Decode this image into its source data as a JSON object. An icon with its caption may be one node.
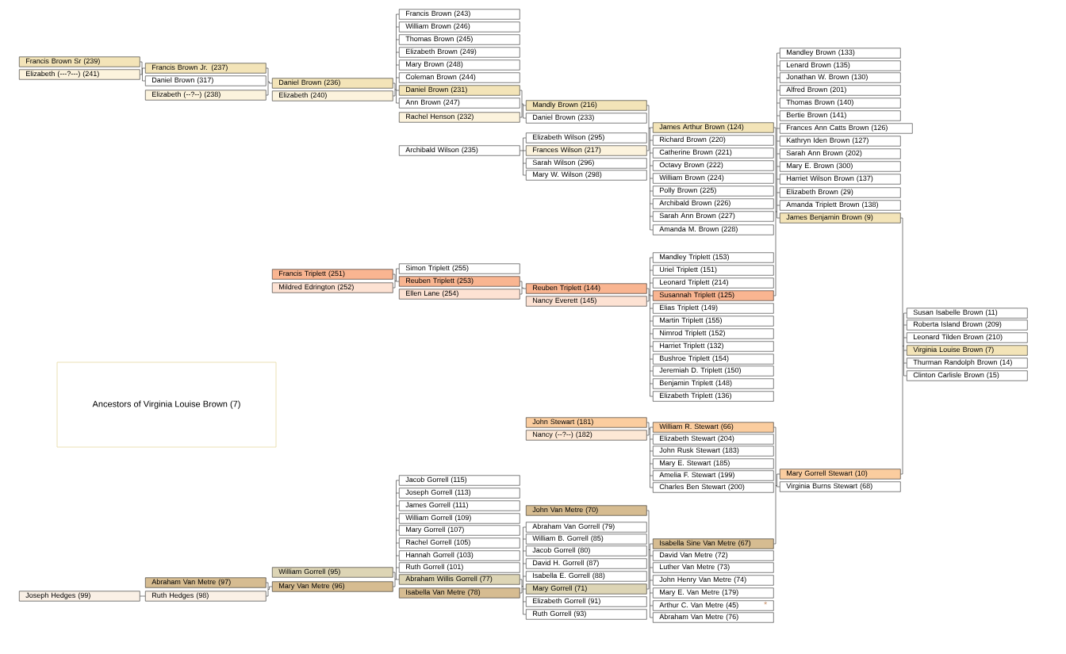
{
  "diagram": {
    "title": "Ancestors of Virginia Louise Brown (7)",
    "nodes": [
      {
        "text": [
          "Francis Brown Sr (239)"
        ]
      },
      {
        "text": [
          "Elizabeth (---?---) (241)"
        ]
      },
      {
        "text": [
          "Joseph Hedges (99)"
        ]
      },
      {
        "text": [
          "Francis Brown Jr. (237)"
        ]
      },
      {
        "text": [
          "Daniel Brown (317)"
        ]
      },
      {
        "text": [
          "Elizabeth (--?--) (238)"
        ]
      },
      {
        "text": [
          "Abraham Van Metre (97)"
        ]
      },
      {
        "text": [
          "Ruth Hedges (98)"
        ]
      },
      {
        "text": [
          "Daniel Brown (236)"
        ]
      },
      {
        "text": [
          "Elizabeth (240)"
        ]
      },
      {
        "text": [
          "Francis Triplett (251)"
        ]
      },
      {
        "text": [
          "Mildred Edrington (252)"
        ]
      },
      {
        "text": [
          "William Gorrell (95)"
        ]
      },
      {
        "text": [
          "Mary Van Metre (96)"
        ]
      },
      {
        "text": [
          "Francis Brown (243)"
        ]
      },
      {
        "text": [
          "William Brown (246)"
        ]
      },
      {
        "text": [
          "Thomas Brown (245)"
        ]
      },
      {
        "text": [
          "Elizabeth Brown (249)"
        ]
      },
      {
        "text": [
          "Mary Brown (248)"
        ]
      },
      {
        "text": [
          "Coleman Brown (244)"
        ]
      },
      {
        "text": [
          "Daniel Brown (231)"
        ]
      },
      {
        "text": [
          "Ann Brown (247)"
        ]
      },
      {
        "text": [
          "Rachel Henson (232)"
        ]
      },
      {
        "text": [
          "Archibald Wilson (235)"
        ]
      },
      {
        "text": [
          "Simon Triplett (255)"
        ]
      },
      {
        "text": [
          "Reuben Triplett (253)"
        ]
      },
      {
        "text": [
          "Ellen Lane (254)"
        ]
      },
      {
        "text": [
          "Jacob Gorrell (115)"
        ]
      },
      {
        "text": [
          "Joseph Gorrell (113)"
        ]
      },
      {
        "text": [
          "James Gorrell (111)"
        ]
      },
      {
        "text": [
          "William Gorrell (109)"
        ]
      },
      {
        "text": [
          "Mary Gorrell (107)"
        ]
      },
      {
        "text": [
          "Rachel Gorrell (105)"
        ]
      },
      {
        "text": [
          "Hannah Gorrell (103)"
        ]
      },
      {
        "text": [
          "Ruth Gorrell (101)"
        ]
      },
      {
        "text": [
          "Abraham Willis Gorrell (77)"
        ]
      },
      {
        "text": [
          "Isabella Van Metre (78)"
        ]
      },
      {
        "text": [
          "Mandly Brown (216)"
        ]
      },
      {
        "text": [
          "Daniel Brown (233)"
        ]
      },
      {
        "text": [
          "Elizabeth Wilson (295)"
        ]
      },
      {
        "text": [
          "Frances Wilson (217)"
        ]
      },
      {
        "text": [
          "Sarah Wilson (296)"
        ]
      },
      {
        "text": [
          "Mary W. Wilson (298)"
        ]
      },
      {
        "text": [
          "Reuben Triplett (144)"
        ]
      },
      {
        "text": [
          "Nancy Everett (145)"
        ]
      },
      {
        "text": [
          "John Stewart (181)"
        ]
      },
      {
        "text": [
          "Nancy (--?--) (182)"
        ]
      },
      {
        "text": [
          "John Van Metre (70)"
        ]
      },
      {
        "text": [
          "Abraham Van Gorrell (79)"
        ]
      },
      {
        "text": [
          "William B. Gorrell (85)"
        ]
      },
      {
        "text": [
          "Jacob Gorrell (80)"
        ]
      },
      {
        "text": [
          "David H. Gorrell (87)"
        ]
      },
      {
        "text": [
          "Isabella E. Gorrell (88)"
        ]
      },
      {
        "text": [
          "Mary Gorrell (71)"
        ]
      },
      {
        "text": [
          "Elizabeth Gorrell (91)"
        ]
      },
      {
        "text": [
          "Ruth Gorrell (93)"
        ]
      },
      {
        "text": [
          "James Arthur Brown (124)"
        ]
      },
      {
        "text": [
          "Richard Brown (220)"
        ]
      },
      {
        "text": [
          "Catherine Brown (221)"
        ]
      },
      {
        "text": [
          "Octavy Brown (222)"
        ]
      },
      {
        "text": [
          "William Brown (224)"
        ]
      },
      {
        "text": [
          "Polly Brown (225)"
        ]
      },
      {
        "text": [
          "Archibald Brown (226)"
        ]
      },
      {
        "text": [
          "Sarah Ann Brown (227)"
        ]
      },
      {
        "text": [
          "Amanda M. Brown (228)"
        ]
      },
      {
        "text": [
          "Mandley Triplett (153)"
        ]
      },
      {
        "text": [
          "Uriel Triplett (151)"
        ]
      },
      {
        "text": [
          "Leonard Triplett (214)"
        ]
      },
      {
        "text": [
          "Susannah Triplett (125)"
        ]
      },
      {
        "text": [
          "Elias Triplett (149)"
        ]
      },
      {
        "text": [
          "Martin Triplett (155)"
        ]
      },
      {
        "text": [
          "Nimrod Triplett (152)"
        ]
      },
      {
        "text": [
          "Harriet Triplett (132)"
        ]
      },
      {
        "text": [
          "Bushroe Triplett (154)"
        ]
      },
      {
        "text": [
          "Jeremiah D. Triplett (150)"
        ]
      },
      {
        "text": [
          "Benjamin Triplett (148)"
        ]
      },
      {
        "text": [
          "Elizabeth Triplett (136)"
        ]
      },
      {
        "text": [
          "William R. Stewart (66)"
        ]
      },
      {
        "text": [
          "Elizabeth Stewart (204)"
        ]
      },
      {
        "text": [
          "John Rusk Stewart (183)"
        ]
      },
      {
        "text": [
          "Mary E. Stewart (185)"
        ]
      },
      {
        "text": [
          "Amelia F. Stewart (199)"
        ]
      },
      {
        "text": [
          "Charles Ben Stewart (200)"
        ]
      },
      {
        "text": [
          "Isabella Sine Van Metre (67)"
        ]
      },
      {
        "text": [
          "David Van Metre (72)"
        ]
      },
      {
        "text": [
          "Luther Van Metre (73)"
        ]
      },
      {
        "text": [
          "John Henry Van Metre (74)"
        ]
      },
      {
        "text": [
          "Mary E. Van Metre (179)"
        ]
      },
      {
        "text": [
          "Arthur C. Van Metre (45)",
          "*"
        ]
      },
      {
        "text": [
          "Abraham Van Metre (76)"
        ]
      },
      {
        "text": [
          "Mandley Brown (133)"
        ]
      },
      {
        "text": [
          "Lenard Brown (135)"
        ]
      },
      {
        "text": [
          "Jonathan W. Brown (130)"
        ]
      },
      {
        "text": [
          "Alfred Brown (201)"
        ]
      },
      {
        "text": [
          "Thomas Brown (140)"
        ]
      },
      {
        "text": [
          "Bertie Brown (141)"
        ]
      },
      {
        "text": [
          "Frances Ann Catts Brown (126)"
        ]
      },
      {
        "text": [
          "Kathryn Iden Brown (127)"
        ]
      },
      {
        "text": [
          "Sarah Ann Brown (202)"
        ]
      },
      {
        "text": [
          "Mary E. Brown (300)"
        ]
      },
      {
        "text": [
          "Harriet Wilson Brown (137)"
        ]
      },
      {
        "text": [
          "Elizabeth Brown (29)"
        ]
      },
      {
        "text": [
          "Amanda Triplett Brown (138)"
        ]
      },
      {
        "text": [
          "James Benjamin Brown (9)"
        ]
      },
      {
        "text": [
          "Mary Gorrell Stewart (10)"
        ]
      },
      {
        "text": [
          "Virginia Burns Stewart (68)"
        ]
      },
      {
        "text": [
          "Susan Isabelle Brown (11)"
        ]
      },
      {
        "text": [
          "Roberta Island Brown (209)"
        ]
      },
      {
        "text": [
          "Leonard Tilden Brown (210)"
        ]
      },
      {
        "text": [
          "Virginia Louise Brown (7)"
        ]
      },
      {
        "text": [
          "Thurman Randolph Brown (14)"
        ]
      },
      {
        "text": [
          "Clinton Carlisle Brown (15)"
        ]
      }
    ],
    "edges": [
      {
        "from": 0,
        "to": 3,
        "arrow": "none"
      },
      {
        "from": 0,
        "to": 4,
        "arrow": "none"
      },
      {
        "from": 1,
        "to": 3,
        "arrow": "none"
      },
      {
        "from": 1,
        "to": 4,
        "arrow": "none"
      },
      {
        "from": 3,
        "to": 8,
        "arrow": "none"
      },
      {
        "from": 5,
        "to": 8,
        "arrow": "none"
      },
      {
        "from": 8,
        "to": 14,
        "arrow": "none"
      },
      {
        "from": 8,
        "to": 15,
        "arrow": "none"
      },
      {
        "from": 8,
        "to": 16,
        "arrow": "none"
      },
      {
        "from": 8,
        "to": 17,
        "arrow": "none"
      },
      {
        "from": 8,
        "to": 18,
        "arrow": "none"
      },
      {
        "from": 8,
        "to": 19,
        "arrow": "none"
      },
      {
        "from": 8,
        "to": 20,
        "arrow": "none"
      },
      {
        "from": 8,
        "to": 21,
        "arrow": "none"
      },
      {
        "from": 9,
        "to": 14,
        "arrow": "none"
      },
      {
        "from": 9,
        "to": 15,
        "arrow": "none"
      },
      {
        "from": 9,
        "to": 16,
        "arrow": "none"
      },
      {
        "from": 9,
        "to": 17,
        "arrow": "none"
      },
      {
        "from": 9,
        "to": 18,
        "arrow": "none"
      },
      {
        "from": 9,
        "to": 19,
        "arrow": "none"
      },
      {
        "from": 9,
        "to": 20,
        "arrow": "none"
      },
      {
        "from": 9,
        "to": 21,
        "arrow": "none"
      },
      {
        "from": 20,
        "to": 37,
        "arrow": "none"
      },
      {
        "from": 20,
        "to": 38,
        "arrow": "none"
      },
      {
        "from": 22,
        "to": 37,
        "arrow": "none"
      },
      {
        "from": 22,
        "to": 38,
        "arrow": "none"
      },
      {
        "from": 23,
        "to": 39,
        "arrow": "none"
      },
      {
        "from": 23,
        "to": 40,
        "arrow": "none"
      },
      {
        "from": 23,
        "to": 41,
        "arrow": "none"
      },
      {
        "from": 23,
        "to": 42,
        "arrow": "none"
      },
      {
        "from": 37,
        "to": 56,
        "arrow": "none"
      },
      {
        "from": 37,
        "to": 57,
        "arrow": "none"
      },
      {
        "from": 37,
        "to": 58,
        "arrow": "none"
      },
      {
        "from": 37,
        "to": 59,
        "arrow": "none"
      },
      {
        "from": 37,
        "to": 60,
        "arrow": "none"
      },
      {
        "from": 37,
        "to": 61,
        "arrow": "none"
      },
      {
        "from": 37,
        "to": 62,
        "arrow": "none"
      },
      {
        "from": 37,
        "to": 63,
        "arrow": "none"
      },
      {
        "from": 37,
        "to": 64,
        "arrow": "none"
      },
      {
        "from": 40,
        "to": 56,
        "arrow": "none"
      },
      {
        "from": 40,
        "to": 57,
        "arrow": "none"
      },
      {
        "from": 40,
        "to": 58,
        "arrow": "none"
      },
      {
        "from": 40,
        "to": 59,
        "arrow": "none"
      },
      {
        "from": 40,
        "to": 60,
        "arrow": "none"
      },
      {
        "from": 40,
        "to": 61,
        "arrow": "none"
      },
      {
        "from": 40,
        "to": 62,
        "arrow": "none"
      },
      {
        "from": 40,
        "to": 63,
        "arrow": "none"
      },
      {
        "from": 40,
        "to": 64,
        "arrow": "none"
      },
      {
        "from": 10,
        "to": 24,
        "arrow": "none"
      },
      {
        "from": 10,
        "to": 25,
        "arrow": "none"
      },
      {
        "from": 11,
        "to": 24,
        "arrow": "none"
      },
      {
        "from": 11,
        "to": 25,
        "arrow": "none"
      },
      {
        "from": 25,
        "to": 43,
        "arrow": "none"
      },
      {
        "from": 26,
        "to": 43,
        "arrow": "none"
      },
      {
        "from": 43,
        "to": 65,
        "arrow": "none"
      },
      {
        "from": 43,
        "to": 66,
        "arrow": "none"
      },
      {
        "from": 43,
        "to": 67,
        "arrow": "none"
      },
      {
        "from": 43,
        "to": 68,
        "arrow": "none"
      },
      {
        "from": 43,
        "to": 69,
        "arrow": "none"
      },
      {
        "from": 43,
        "to": 70,
        "arrow": "none"
      },
      {
        "from": 43,
        "to": 71,
        "arrow": "none"
      },
      {
        "from": 43,
        "to": 72,
        "arrow": "none"
      },
      {
        "from": 43,
        "to": 73,
        "arrow": "none"
      },
      {
        "from": 43,
        "to": 74,
        "arrow": "none"
      },
      {
        "from": 43,
        "to": 75,
        "arrow": "none"
      },
      {
        "from": 43,
        "to": 76,
        "arrow": "none"
      },
      {
        "from": 44,
        "to": 65,
        "arrow": "none"
      },
      {
        "from": 44,
        "to": 66,
        "arrow": "none"
      },
      {
        "from": 44,
        "to": 67,
        "arrow": "none"
      },
      {
        "from": 44,
        "to": 68,
        "arrow": "none"
      },
      {
        "from": 44,
        "to": 69,
        "arrow": "none"
      },
      {
        "from": 44,
        "to": 70,
        "arrow": "none"
      },
      {
        "from": 44,
        "to": 71,
        "arrow": "none"
      },
      {
        "from": 44,
        "to": 72,
        "arrow": "none"
      },
      {
        "from": 44,
        "to": 73,
        "arrow": "none"
      },
      {
        "from": 44,
        "to": 74,
        "arrow": "none"
      },
      {
        "from": 44,
        "to": 75,
        "arrow": "none"
      },
      {
        "from": 44,
        "to": 76,
        "arrow": "none"
      },
      {
        "from": 56,
        "to": 90,
        "arrow": "none"
      },
      {
        "from": 56,
        "to": 91,
        "arrow": "none"
      },
      {
        "from": 56,
        "to": 92,
        "arrow": "none"
      },
      {
        "from": 56,
        "to": 93,
        "arrow": "none"
      },
      {
        "from": 56,
        "to": 94,
        "arrow": "none"
      },
      {
        "from": 56,
        "to": 95,
        "arrow": "none"
      },
      {
        "from": 56,
        "to": 96,
        "arrow": "none"
      },
      {
        "from": 56,
        "to": 97,
        "arrow": "none"
      },
      {
        "from": 56,
        "to": 98,
        "arrow": "none"
      },
      {
        "from": 56,
        "to": 99,
        "arrow": "none"
      },
      {
        "from": 56,
        "to": 100,
        "arrow": "none"
      },
      {
        "from": 56,
        "to": 101,
        "arrow": "none"
      },
      {
        "from": 56,
        "to": 102,
        "arrow": "none"
      },
      {
        "from": 56,
        "to": 103,
        "arrow": "none"
      },
      {
        "from": 68,
        "to": 90,
        "arrow": "none"
      },
      {
        "from": 68,
        "to": 91,
        "arrow": "none"
      },
      {
        "from": 68,
        "to": 92,
        "arrow": "none"
      },
      {
        "from": 68,
        "to": 93,
        "arrow": "none"
      },
      {
        "from": 68,
        "to": 94,
        "arrow": "none"
      },
      {
        "from": 68,
        "to": 95,
        "arrow": "none"
      },
      {
        "from": 68,
        "to": 96,
        "arrow": "none"
      },
      {
        "from": 68,
        "to": 97,
        "arrow": "none"
      },
      {
        "from": 68,
        "to": 98,
        "arrow": "none"
      },
      {
        "from": 68,
        "to": 99,
        "arrow": "none"
      },
      {
        "from": 68,
        "to": 100,
        "arrow": "none"
      },
      {
        "from": 68,
        "to": 101,
        "arrow": "none"
      },
      {
        "from": 68,
        "to": 102,
        "arrow": "none"
      },
      {
        "from": 68,
        "to": 103,
        "arrow": "none"
      },
      {
        "from": 45,
        "to": 77,
        "arrow": "none"
      },
      {
        "from": 45,
        "to": 78,
        "arrow": "none"
      },
      {
        "from": 45,
        "to": 79,
        "arrow": "none"
      },
      {
        "from": 45,
        "to": 80,
        "arrow": "none"
      },
      {
        "from": 45,
        "to": 81,
        "arrow": "none"
      },
      {
        "from": 45,
        "to": 82,
        "arrow": "none"
      },
      {
        "from": 46,
        "to": 77,
        "arrow": "none"
      },
      {
        "from": 46,
        "to": 78,
        "arrow": "none"
      },
      {
        "from": 46,
        "to": 79,
        "arrow": "none"
      },
      {
        "from": 46,
        "to": 80,
        "arrow": "none"
      },
      {
        "from": 46,
        "to": 81,
        "arrow": "none"
      },
      {
        "from": 46,
        "to": 82,
        "arrow": "none"
      },
      {
        "from": 6,
        "to": 13,
        "arrow": "none"
      },
      {
        "from": 7,
        "to": 13,
        "arrow": "none"
      },
      {
        "from": 2,
        "to": 7,
        "arrow": "none"
      },
      {
        "from": 12,
        "to": 27,
        "arrow": "none"
      },
      {
        "from": 12,
        "to": 28,
        "arrow": "none"
      },
      {
        "from": 12,
        "to": 29,
        "arrow": "none"
      },
      {
        "from": 12,
        "to": 30,
        "arrow": "none"
      },
      {
        "from": 12,
        "to": 31,
        "arrow": "none"
      },
      {
        "from": 12,
        "to": 32,
        "arrow": "none"
      },
      {
        "from": 12,
        "to": 33,
        "arrow": "none"
      },
      {
        "from": 12,
        "to": 34,
        "arrow": "none"
      },
      {
        "from": 12,
        "to": 35,
        "arrow": "none"
      },
      {
        "from": 13,
        "to": 27,
        "arrow": "none"
      },
      {
        "from": 13,
        "to": 28,
        "arrow": "none"
      },
      {
        "from": 13,
        "to": 29,
        "arrow": "none"
      },
      {
        "from": 13,
        "to": 30,
        "arrow": "none"
      },
      {
        "from": 13,
        "to": 31,
        "arrow": "none"
      },
      {
        "from": 13,
        "to": 32,
        "arrow": "none"
      },
      {
        "from": 13,
        "to": 33,
        "arrow": "none"
      },
      {
        "from": 13,
        "to": 34,
        "arrow": "none"
      },
      {
        "from": 13,
        "to": 35,
        "arrow": "none"
      },
      {
        "from": 35,
        "to": 48,
        "arrow": "none"
      },
      {
        "from": 35,
        "to": 49,
        "arrow": "none"
      },
      {
        "from": 35,
        "to": 50,
        "arrow": "none"
      },
      {
        "from": 35,
        "to": 51,
        "arrow": "none"
      },
      {
        "from": 35,
        "to": 52,
        "arrow": "none"
      },
      {
        "from": 35,
        "to": 53,
        "arrow": "none"
      },
      {
        "from": 35,
        "to": 54,
        "arrow": "none"
      },
      {
        "from": 35,
        "to": 55,
        "arrow": "none"
      },
      {
        "from": 36,
        "to": 48,
        "arrow": "none"
      },
      {
        "from": 36,
        "to": 49,
        "arrow": "none"
      },
      {
        "from": 36,
        "to": 50,
        "arrow": "none"
      },
      {
        "from": 36,
        "to": 51,
        "arrow": "none"
      },
      {
        "from": 36,
        "to": 52,
        "arrow": "none"
      },
      {
        "from": 36,
        "to": 53,
        "arrow": "none"
      },
      {
        "from": 36,
        "to": 54,
        "arrow": "none"
      },
      {
        "from": 36,
        "to": 55,
        "arrow": "none"
      },
      {
        "from": 47,
        "to": 83,
        "arrow": "none"
      },
      {
        "from": 47,
        "to": 84,
        "arrow": "none"
      },
      {
        "from": 47,
        "to": 85,
        "arrow": "none"
      },
      {
        "from": 47,
        "to": 86,
        "arrow": "none"
      },
      {
        "from": 47,
        "to": 87,
        "arrow": "none"
      },
      {
        "from": 47,
        "to": 88,
        "arrow": "none"
      },
      {
        "from": 47,
        "to": 89,
        "arrow": "none"
      },
      {
        "from": 53,
        "to": 83,
        "arrow": "none"
      },
      {
        "from": 53,
        "to": 84,
        "arrow": "none"
      },
      {
        "from": 53,
        "to": 85,
        "arrow": "none"
      },
      {
        "from": 53,
        "to": 86,
        "arrow": "none"
      },
      {
        "from": 53,
        "to": 87,
        "arrow": "none"
      },
      {
        "from": 53,
        "to": 88,
        "arrow": "none"
      },
      {
        "from": 53,
        "to": 89,
        "arrow": "none"
      },
      {
        "from": 77,
        "to": 104,
        "arrow": "none"
      },
      {
        "from": 77,
        "to": 105,
        "arrow": "none"
      },
      {
        "from": 83,
        "to": 104,
        "arrow": "none"
      },
      {
        "from": 83,
        "to": 105,
        "arrow": "none"
      },
      {
        "from": 103,
        "to": 106,
        "arrow": "none"
      },
      {
        "from": 103,
        "to": 107,
        "arrow": "none"
      },
      {
        "from": 103,
        "to": 108,
        "arrow": "none"
      },
      {
        "from": 103,
        "to": 109,
        "arrow": "none"
      },
      {
        "from": 103,
        "to": 110,
        "arrow": "none"
      },
      {
        "from": 103,
        "to": 111,
        "arrow": "none"
      },
      {
        "from": 104,
        "to": 106,
        "arrow": "none"
      },
      {
        "from": 104,
        "to": 107,
        "arrow": "none"
      },
      {
        "from": 104,
        "to": 108,
        "arrow": "none"
      },
      {
        "from": 104,
        "to": 109,
        "arrow": "none"
      },
      {
        "from": 104,
        "to": 110,
        "arrow": "none"
      },
      {
        "from": 104,
        "to": 111,
        "arrow": "none"
      }
    ]
  }
}
